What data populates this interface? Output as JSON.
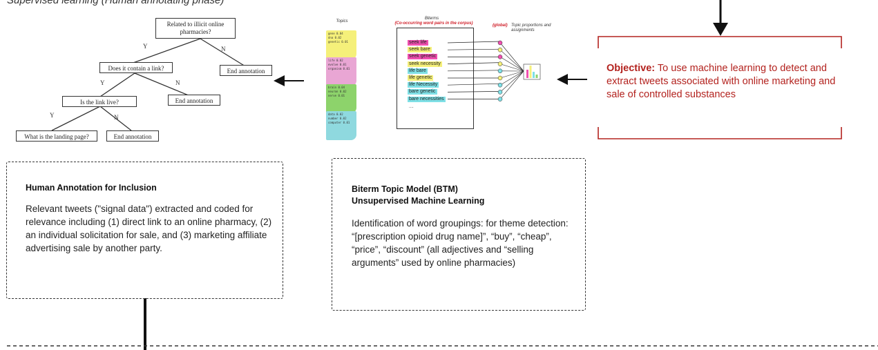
{
  "header": {
    "text": "Supervised learning (Human annotating phase)"
  },
  "decision_tree": {
    "q1": "Related to illicit online pharmacies?",
    "q2": "Does it contain a link?",
    "q3": "Is the link live?",
    "q4": "What is the landing page?",
    "end1": "End annotation",
    "end2": "End annotation",
    "end3": "End annotation",
    "y": "Y",
    "n": "N"
  },
  "btm_figure": {
    "topics_label": "Topics",
    "biterms_label": "Biterms",
    "biterms_sub": "(Co-occurring word pairs in the corpus)",
    "global_label": "(global)",
    "proportions_label": "Topic proportions and assignments",
    "topic_cards": [
      {
        "color": "#f5f07a",
        "words": [
          "gene 0.04",
          "dna 0.02",
          "genetic 0.01"
        ]
      },
      {
        "color": "#e9a6d4",
        "words": [
          "life 0.02",
          "evolve 0.01",
          "organism 0.01"
        ]
      },
      {
        "color": "#8dd36b",
        "words": [
          "brain 0.04",
          "neuron 0.02",
          "nerve 0.01"
        ]
      },
      {
        "color": "#8fd9df",
        "words": [
          "data 0.02",
          "number 0.02",
          "computer 0.01"
        ]
      }
    ],
    "biterms": [
      {
        "text": "seek life",
        "color": "#f04fb0"
      },
      {
        "text": "seek bare",
        "color": "#f5f07a"
      },
      {
        "text": "seek genetic",
        "color": "#f04fb0"
      },
      {
        "text": "seek necessity",
        "color": "#f5f07a"
      },
      {
        "text": "life bare",
        "color": "#7fe0e6"
      },
      {
        "text": "life genetic",
        "color": "#f5f07a"
      },
      {
        "text": "life Necessity",
        "color": "#7fe0e6"
      },
      {
        "text": "bare genetic",
        "color": "#7fe0e6"
      },
      {
        "text": "bare necessities",
        "color": "#7fe0e6"
      }
    ],
    "ellipsis": "....",
    "dot_colors": [
      "#f04fb0",
      "#f5f07a",
      "#f04fb0",
      "#f5f07a",
      "#7fe0e6",
      "#f5f07a",
      "#7fe0e6",
      "#7fe0e6",
      "#7fe0e6"
    ]
  },
  "objective": {
    "label": "Objective:",
    "text": " To use machine learning to detect and extract tweets associated with online marketing and sale of controlled substances"
  },
  "human_box": {
    "title": "Human Annotation for Inclusion",
    "body": "Relevant tweets (\"signal data\") extracted and coded for relevance including (1) direct link to an online pharmacy, (2) an individual solicitation for sale, and (3) marketing affiliate advertising sale by another party."
  },
  "btm_box": {
    "title_line1": "Biterm Topic Model (BTM)",
    "title_line2": "Unsupervised Machine Learning",
    "body": "Identification of word groupings: for theme detection: “[prescription opioid drug name]”, “buy”, “cheap”, “price”, “discount” (all adjectives and “selling arguments” used by online pharmacies)"
  },
  "colors": {
    "objective": "#b3221e",
    "line": "#111111"
  }
}
